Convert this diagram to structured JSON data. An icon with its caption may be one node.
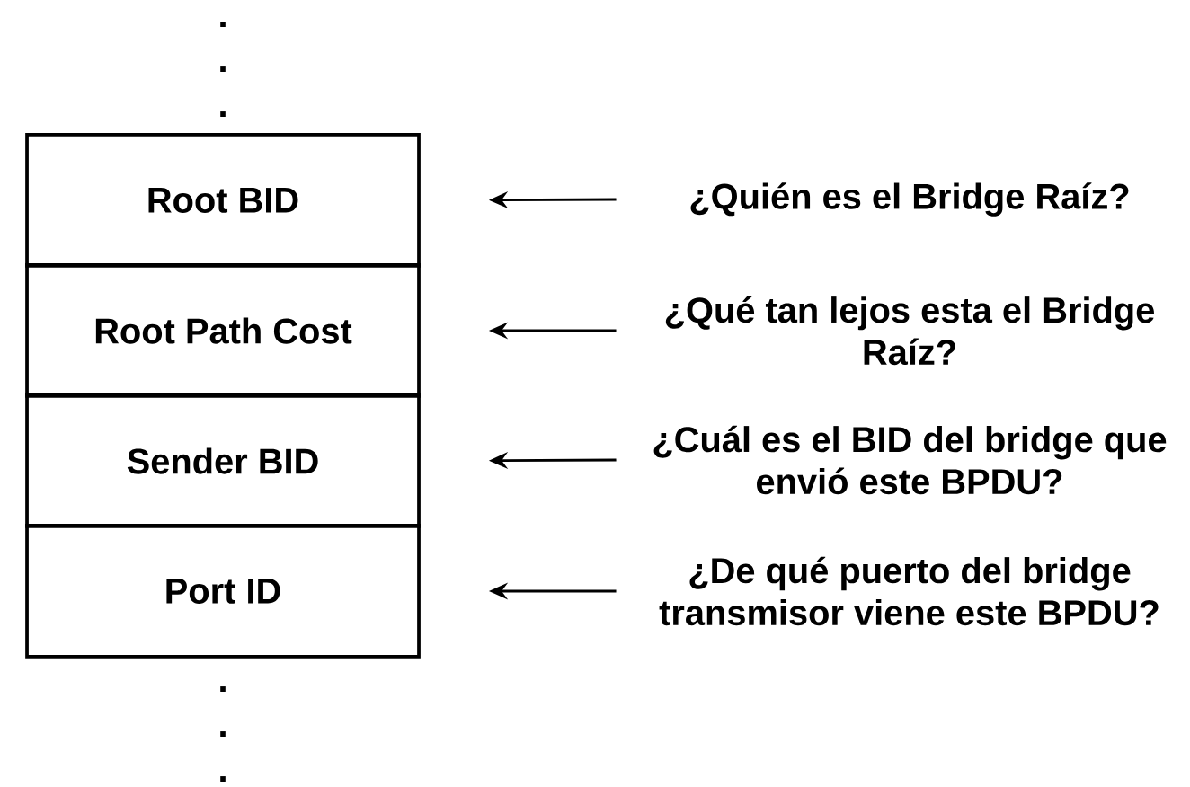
{
  "diagram": {
    "nodes": [
      {
        "text": [
          "Root BID"
        ]
      },
      {
        "text": [
          "Root Path Cost"
        ]
      },
      {
        "text": [
          "Sender BID"
        ]
      },
      {
        "text": [
          "Port ID"
        ]
      },
      {
        "text": [
          "¿Quién es el Bridge Raíz?"
        ]
      },
      {
        "text": [
          "¿Qué tan lejos esta el Bridge Raíz?"
        ]
      },
      {
        "text": [
          "¿Cuál es el BID del bridge que envió este BPDU?"
        ]
      },
      {
        "text": [
          "¿De qué puerto del bridge transmisor viene este BPDU?"
        ]
      }
    ],
    "edges": [
      {
        "from": 4,
        "to": 0,
        "arrow": "to"
      },
      {
        "from": 5,
        "to": 1,
        "arrow": "to"
      },
      {
        "from": 6,
        "to": 2,
        "arrow": "to"
      },
      {
        "from": 7,
        "to": 3,
        "arrow": "to"
      }
    ],
    "labels": [
      ".",
      ".",
      ".",
      ".",
      ".",
      "."
    ]
  }
}
